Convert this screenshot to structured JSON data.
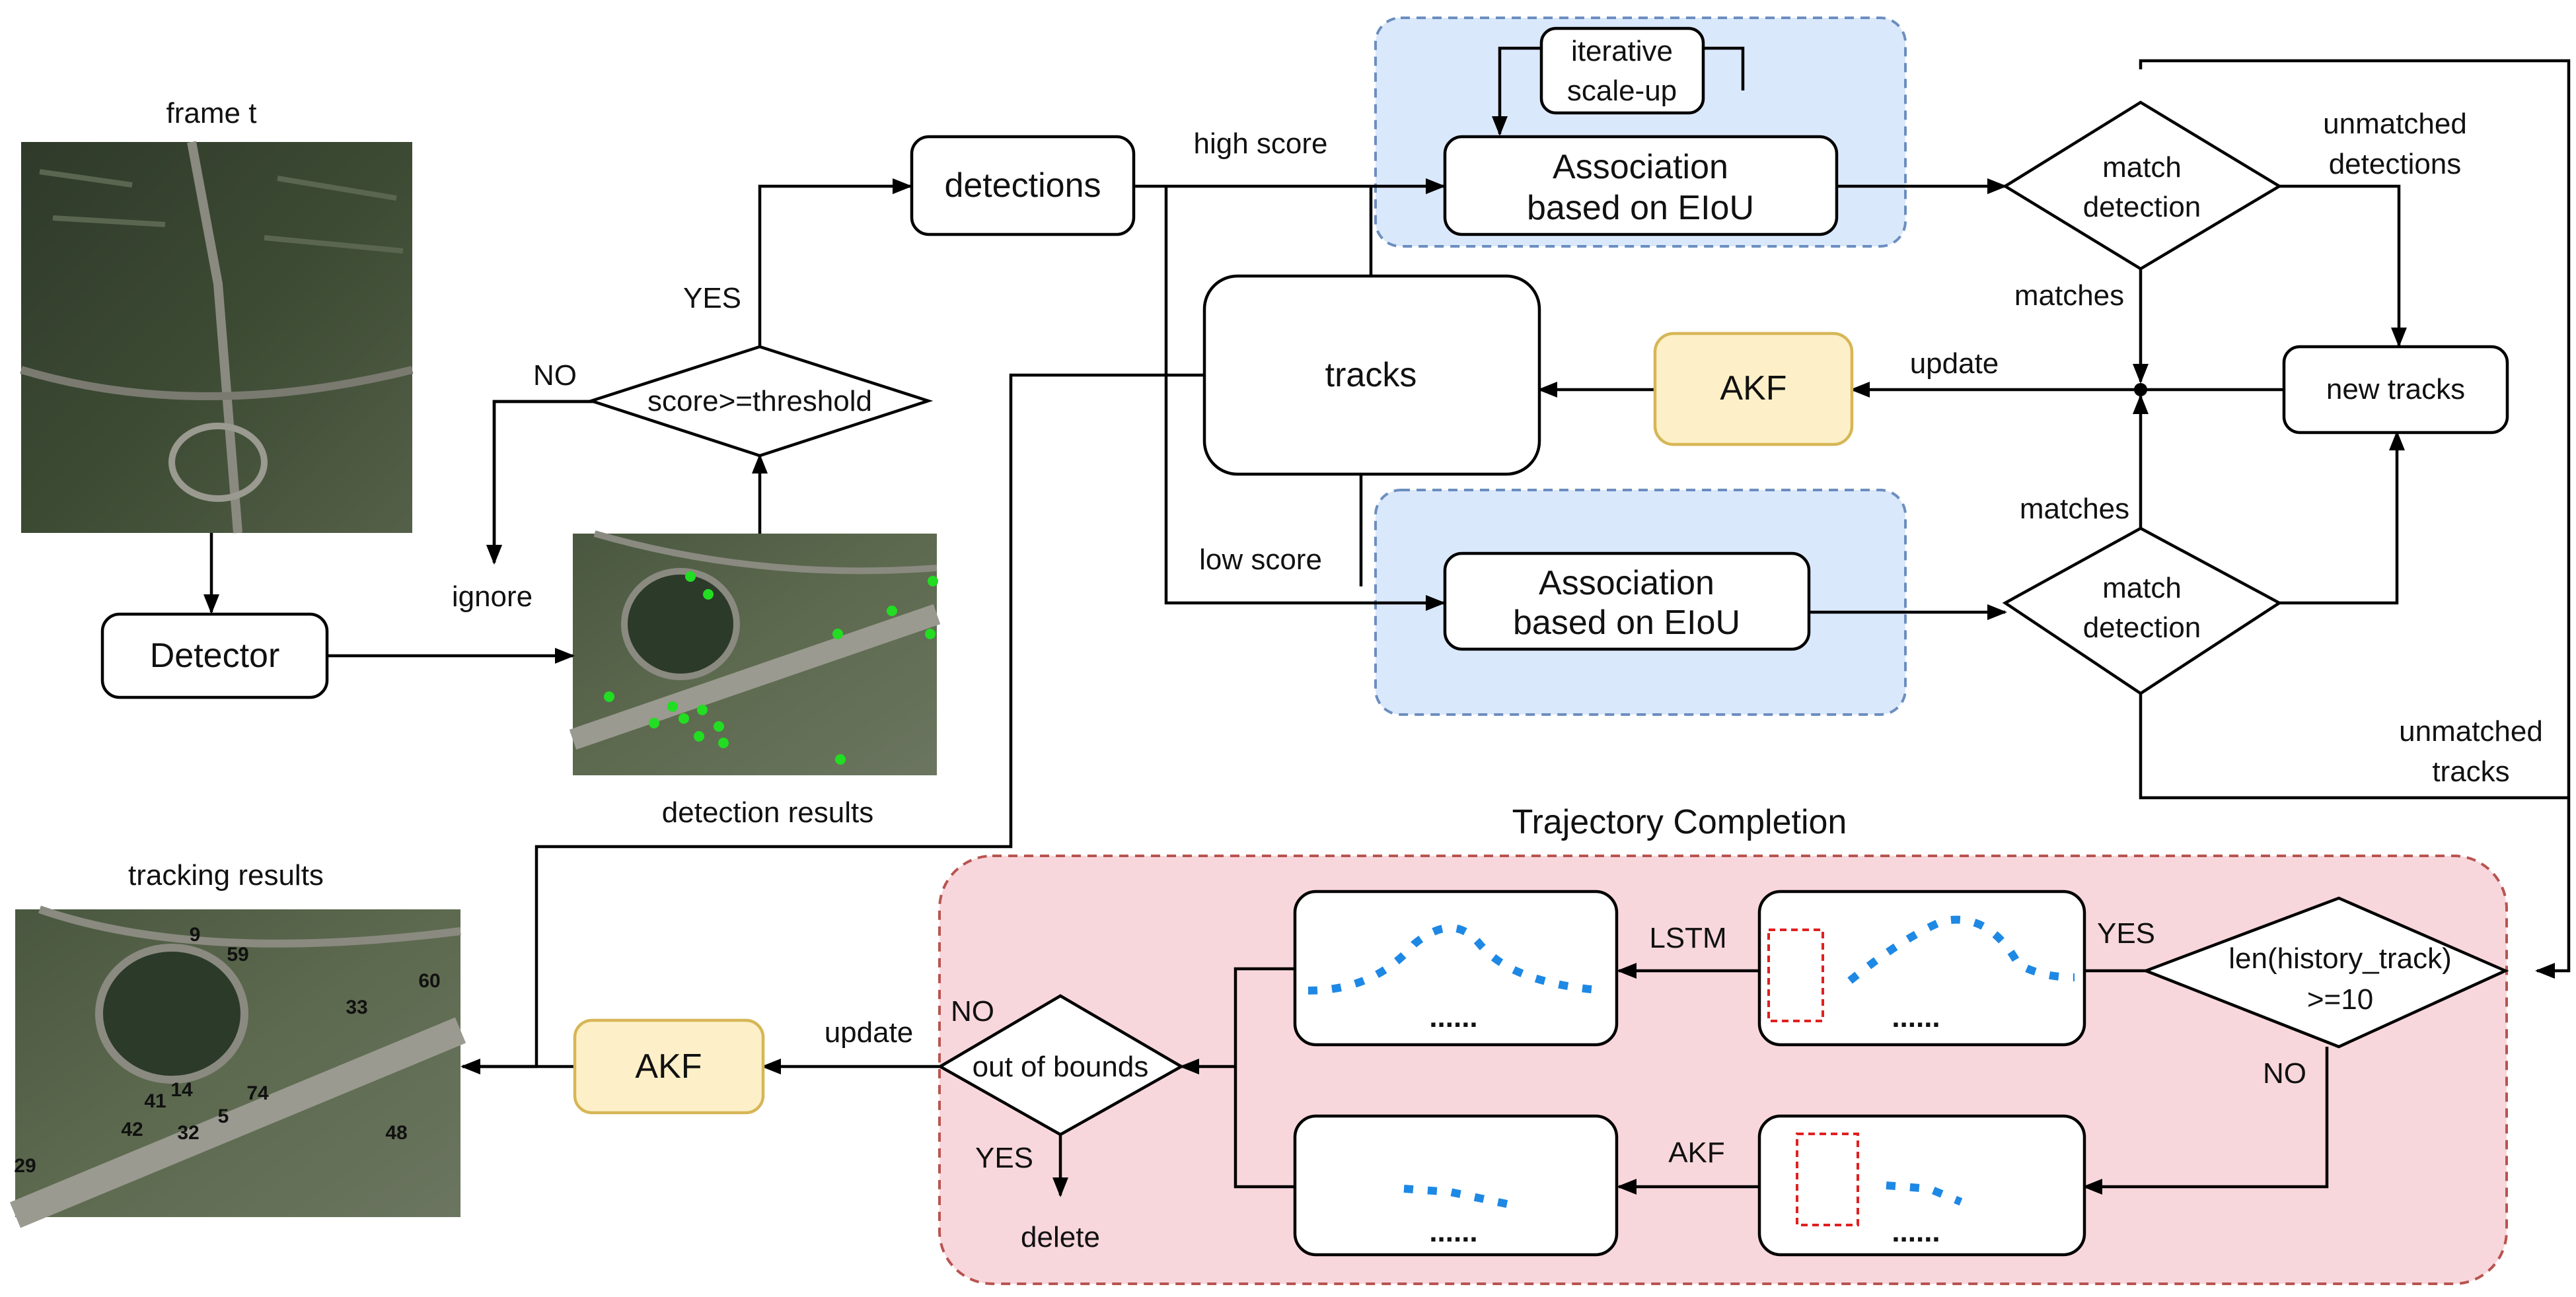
{
  "labels": {
    "frame_t": "frame t",
    "detector": "Detector",
    "ignore": "ignore",
    "no_threshold": "NO",
    "yes_threshold": "YES",
    "score_threshold": "score>=threshold",
    "detections": "detections",
    "high_score": "high score",
    "low_score": "low score",
    "iterative_line1": "iterative",
    "iterative_line2": "scale-up",
    "assoc1_line1": "Association",
    "assoc1_line2": "based on EIoU",
    "assoc2_line1": "Association",
    "assoc2_line2": "based on EIoU",
    "tracks": "tracks",
    "akf_top": "AKF",
    "update_top": "update",
    "match1_line1": "match",
    "match1_line2": "detection",
    "match2_line1": "match",
    "match2_line2": "detection",
    "unmatched_det_line1": "unmatched",
    "unmatched_det_line2": "detections",
    "matches_top": "matches",
    "matches_bottom": "matches",
    "new_tracks": "new tracks",
    "unmatched_tracks_line1": "unmatched",
    "unmatched_tracks_line2": "tracks",
    "detection_results": "detection results",
    "tracking_results": "tracking results",
    "trajectory_completion": "Trajectory Completion",
    "history_line1": "len(history_track)",
    "history_line2": ">=10",
    "yes_history": "YES",
    "no_history": "NO",
    "lstm": "LSTM",
    "akf_mid": "AKF",
    "out_of_bounds": "out of bounds",
    "no_bounds": "NO",
    "yes_bounds": "YES",
    "delete": "delete",
    "update_bottom": "update",
    "akf_bottom": "AKF",
    "ellipsis": "......",
    "track_ids": [
      "9",
      "59",
      "60",
      "33",
      "14",
      "74",
      "41",
      "42",
      "32",
      "5",
      "48",
      "29"
    ]
  },
  "colors": {
    "blue_panel_fill": "#dae8fc",
    "blue_panel_stroke": "#6c8ebf",
    "red_panel_fill": "#f8d7dc",
    "red_panel_stroke": "#b85450",
    "akf_fill": "#fdf0c8",
    "akf_stroke": "#d6b656",
    "trajectory_dots": "#1e88e5",
    "missing_box": "#e02020",
    "detection_points": "#22dd22"
  }
}
